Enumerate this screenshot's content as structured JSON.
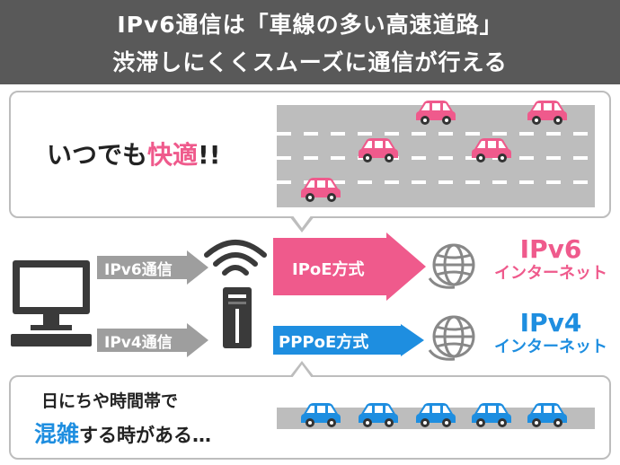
{
  "header": {
    "line1": "IPv6通信は「車線の多い高速道路」",
    "line2": "渋滞しにくくスムーズに通信が行える"
  },
  "top_box": {
    "text_prefix": "いつでも",
    "text_highlight": "快適",
    "text_suffix": "!!"
  },
  "bottom_box": {
    "line1": "日にちや時間帯で",
    "highlight": "混雑",
    "line2_suffix": "する時がある…"
  },
  "flows": [
    {
      "input_label": "IPv6通信",
      "method_label": "IPoE方式",
      "net_line1": "IPv6",
      "net_line2": "インターネット"
    },
    {
      "input_label": "IPv4通信",
      "method_label": "PPPoE方式",
      "net_line1": "IPv4",
      "net_line2": "インターネット"
    }
  ],
  "colors": {
    "header_bg": "#595959",
    "pink": "#ef5a8c",
    "blue": "#1e8ee0",
    "gray_arrow": "#9e9e9e",
    "road": "#bdbdbd",
    "text_dark": "#222222"
  },
  "icons": [
    "computer-icon",
    "router-icon",
    "wifi-icon",
    "globe-icon",
    "car-icon"
  ]
}
